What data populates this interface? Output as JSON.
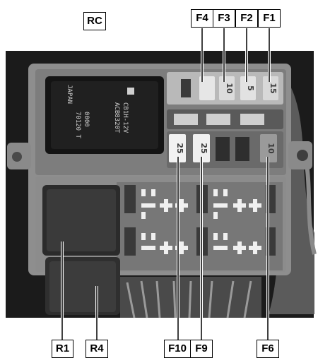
{
  "labels": {
    "rc": "RC",
    "f1": "F1",
    "f2": "F2",
    "f3": "F3",
    "f4": "F4",
    "f6": "F6",
    "f9": "F9",
    "f10": "F10",
    "r1": "R1",
    "r4": "R4"
  },
  "fuses": {
    "f1": "15",
    "f2": "5",
    "f3": "10",
    "f6": "10",
    "f9": "25",
    "f10": "25"
  },
  "relay_text": {
    "line1": "CB1H-12V",
    "line2": "ACB8320T",
    "line3": "JAPAN",
    "line4": "70120 T",
    "line5": "0000"
  },
  "colors": {
    "label_border": "#000000",
    "pointer_line": "#000000",
    "pointer_highlight": "#ffffff"
  }
}
